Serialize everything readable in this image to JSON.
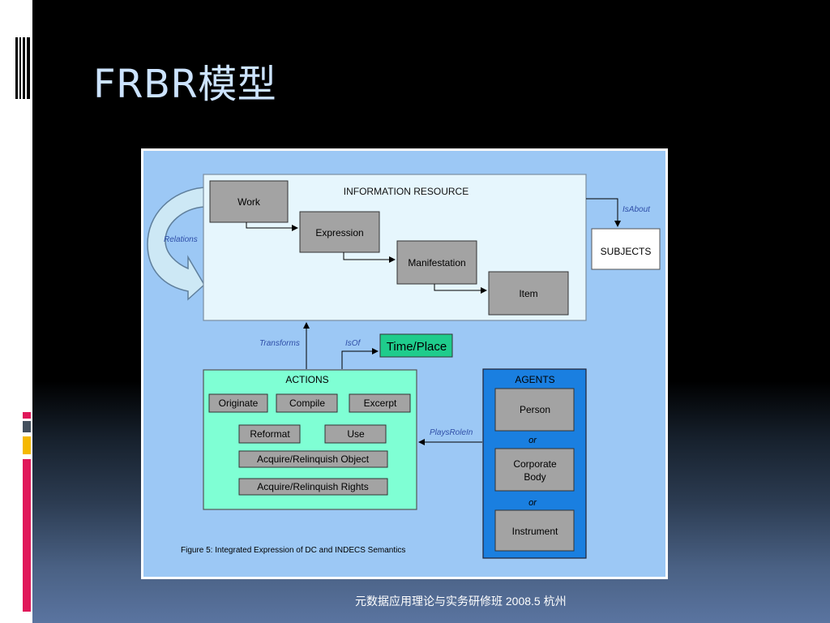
{
  "slide": {
    "title": "FRBR模型",
    "footer": "元数据应用理论与实务研修班 2008.5  杭州"
  },
  "diagram": {
    "information_resource": {
      "title": "INFORMATION RESOURCE",
      "work": "Work",
      "expression": "Expression",
      "manifestation": "Manifestation",
      "item": "Item"
    },
    "relations_label": "Relations",
    "is_about_label": "IsAbout",
    "subjects": "SUBJECTS",
    "transforms_label": "Transforms",
    "is_of_label": "IsOf",
    "time_place": "Time/Place",
    "actions": {
      "title": "ACTIONS",
      "originate": "Originate",
      "compile": "Compile",
      "excerpt": "Excerpt",
      "reformat": "Reformat",
      "use": "Use",
      "acquire_object": "Acquire/Relinquish Object",
      "acquire_rights": "Acquire/Relinquish Rights"
    },
    "plays_role_in_label": "PlaysRoleIn",
    "agents": {
      "title": "AGENTS",
      "person": "Person",
      "or_1": "or",
      "corporate_body_line1": "Corporate",
      "corporate_body_line2": "Body",
      "or_2": "or",
      "instrument": "Instrument"
    },
    "caption": "Figure 5: Integrated Expression of DC and INDECS Semantics"
  },
  "colors": {
    "slide_background": "#000000",
    "title_text": "#cce3ff",
    "figure_background": "#9cc8f5",
    "info_resource_fill": "#e6f6fd",
    "entity_box_fill": "#a3a3a3",
    "actions_fill": "#7fffd4",
    "time_place_fill": "#1fcc8c",
    "agents_fill": "#1a7fe0",
    "label_blue": "#2f4fa8",
    "accent_red": "#e0185a",
    "accent_yellow": "#f5b800"
  }
}
